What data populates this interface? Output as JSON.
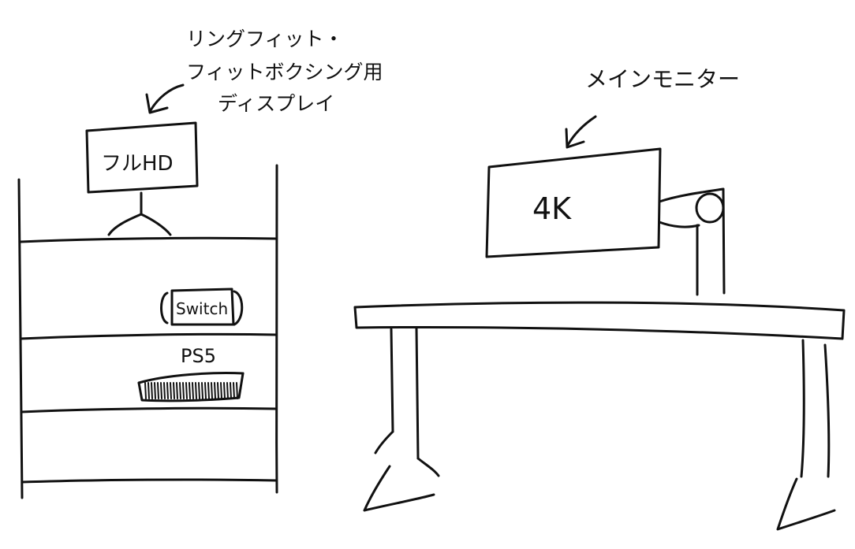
{
  "labels": {
    "side_display_line1": "リングフィット・",
    "side_display_line2": "フィットボクシング用",
    "side_display_line3": "ディスプレイ",
    "side_monitor": "フルHD",
    "switch": "Switch",
    "ps5": "PS5",
    "main_monitor_caption": "メインモニター",
    "main_monitor": "4K"
  }
}
